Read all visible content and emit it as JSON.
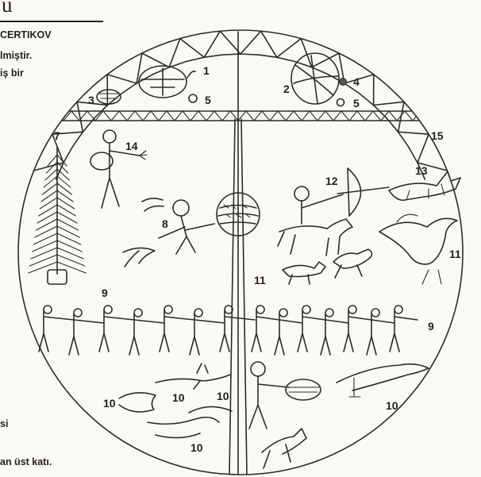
{
  "header": {
    "title_fragment": "u",
    "author_fragment": "CERTIKOV",
    "line_1_fragment": "lmiştir.",
    "line_2_fragment": "iş bir"
  },
  "footer": {
    "side_fragment": "si",
    "caption_fragment": "an üst katı."
  },
  "labels": [
    "1",
    "2",
    "3",
    "4",
    "5",
    "5",
    "7",
    "14",
    "15",
    "12",
    "13",
    "8",
    "11",
    "11",
    "9",
    "9",
    "10",
    "10",
    "10",
    "10",
    "10"
  ]
}
